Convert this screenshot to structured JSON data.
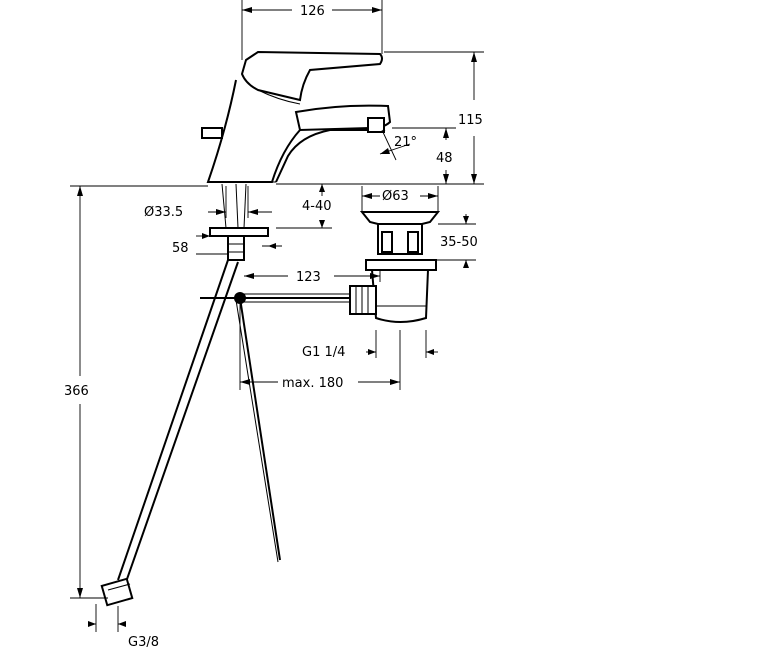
{
  "dimensions": {
    "width_126": "126",
    "height_115": "115",
    "angle_21": "21°",
    "height_48": "48",
    "dia_63": "Ø63",
    "dia_33_5": "Ø33.5",
    "range_4_40": "4-40",
    "range_35_50": "35-50",
    "height_58": "58",
    "dist_123": "123",
    "height_366": "366",
    "thread_g1_1_4": "G1 1/4",
    "max_180": "max. 180",
    "thread_g3_8": "G3/8"
  }
}
